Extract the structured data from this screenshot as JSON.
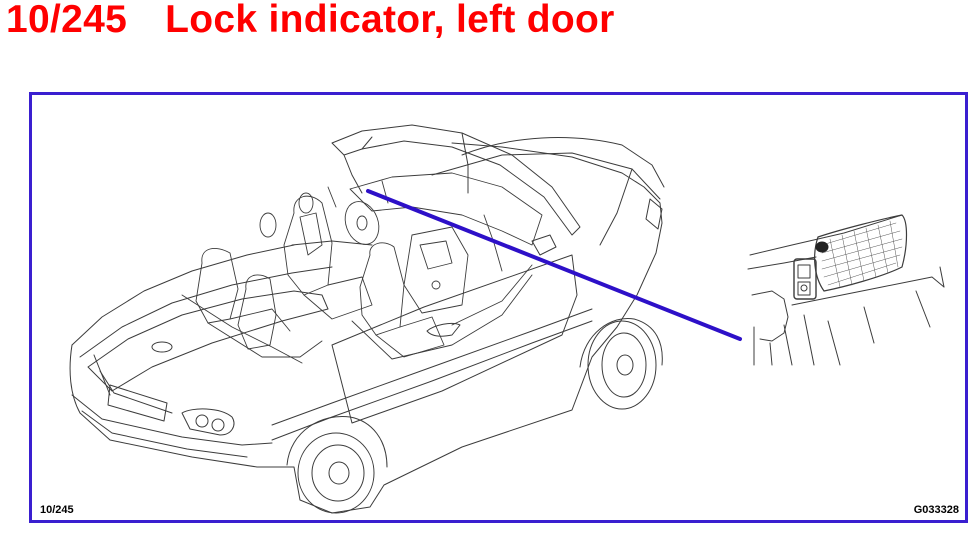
{
  "header": {
    "ref": "10/245",
    "title": "Lock indicator, left door",
    "color": "#ff0000"
  },
  "figure": {
    "ref_label": "10/245",
    "code": "G033328",
    "frame_color": "#3a1fd0",
    "leader_color": "#2d10c8",
    "line_color": "#3c3c3c",
    "subject": "convertible car, top down, with lock indicator detail inset"
  }
}
